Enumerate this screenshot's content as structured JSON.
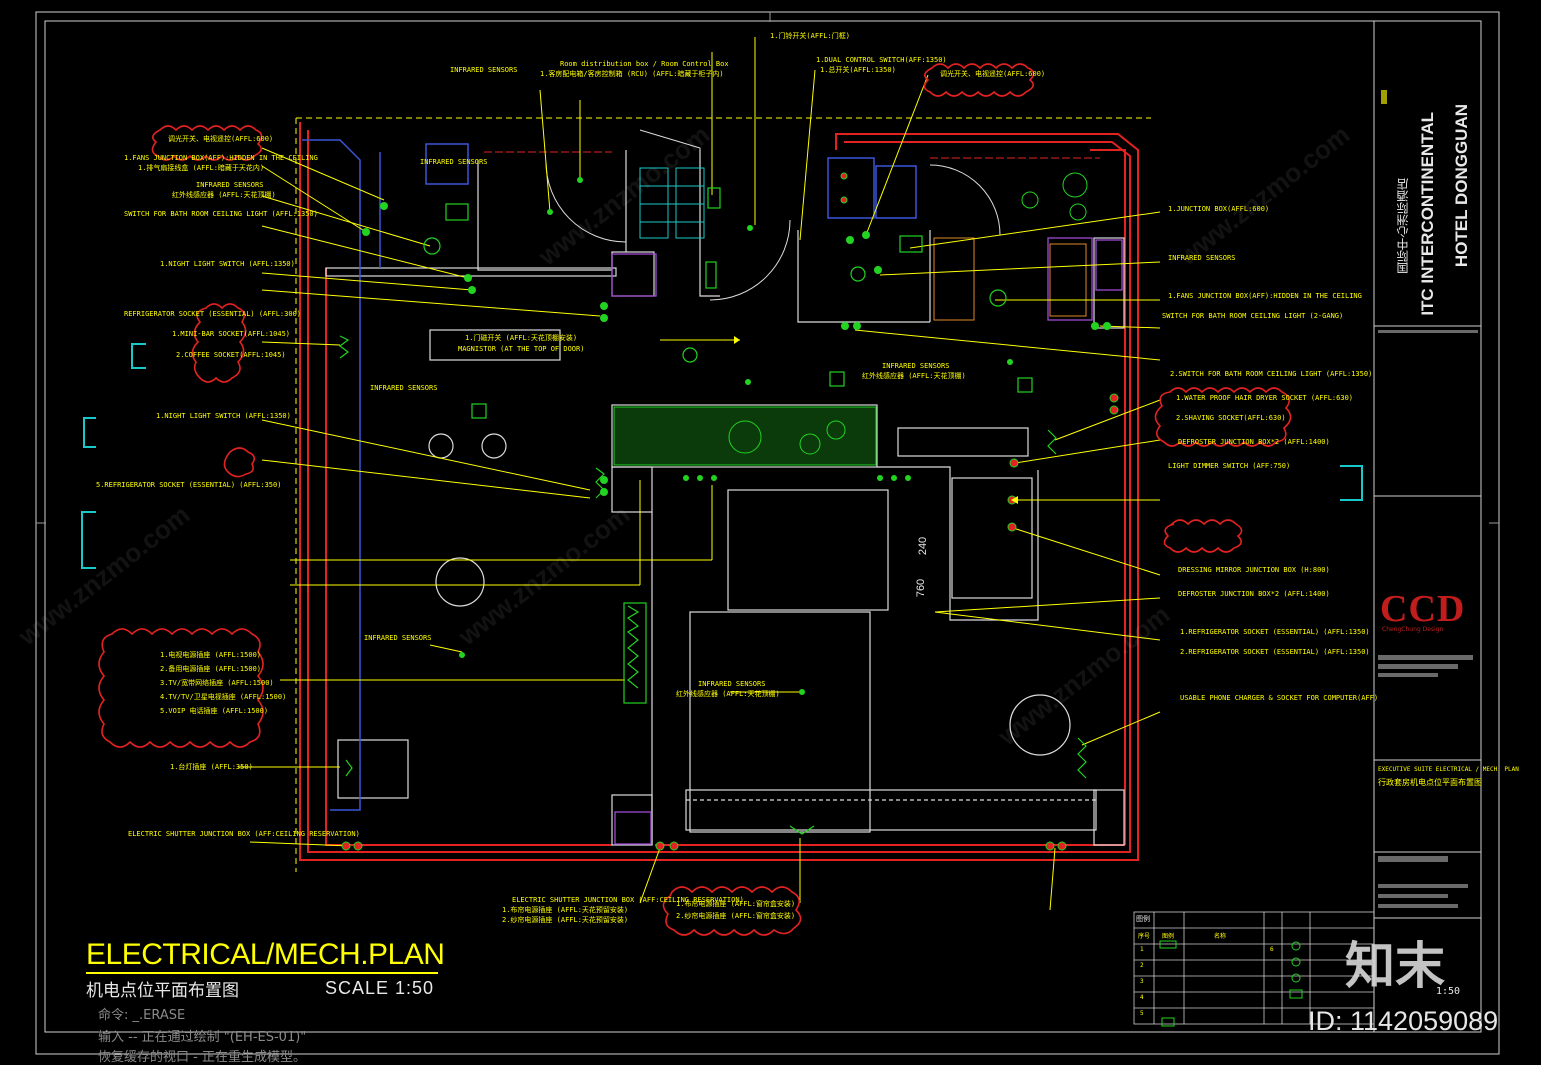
{
  "drawing": {
    "title": "ELECTRICAL/MECH.PLAN",
    "title_cn": "机电点位平面布置图",
    "scale": "SCALE 1:50",
    "status_lines": [
      "命令: _.ERASE",
      "输入 -- 正在通过绘制 \"(EH-ES-01)\"",
      "恢复缓存的视口 - 正在重生成模型。"
    ]
  },
  "title_block": {
    "project_cn": "国际中心洲际酒店",
    "project_en_1": "ITC INTERCONTINENTAL",
    "project_en_2": "HOTEL DONGGUAN",
    "firm": "CCD",
    "firm_sub": "ChengChung Design",
    "sheet_name_en": "EXECUTIVE SUITE ELECTRICAL / MECH. PLAN",
    "sheet_name_cn": "行政套房机电点位平面布置图",
    "sheet_scale": "1:50"
  },
  "watermark": {
    "brand": "知末",
    "id": "ID: 1142059089",
    "site": "www.znzmo.com"
  },
  "dimensions": [
    "240",
    "760"
  ],
  "labels_left": [
    "调光开关、电视遥控(AFFL:600)",
    "1.FANS JUNCTION BOX(AFF):HIDDEN IN THE CEILING",
    "1.排气扇接线盒 (AFFL:暗藏于天花内)",
    "INFRARED SENSORS",
    "红外线感应器 (AFFL:天花顶棚)",
    "SWITCH FOR BATH ROOM CEILING LIGHT (AFFL:1350)",
    "1.NIGHT LIGHT SWITCH (AFFL:1350)",
    "REFRIGERATOR SOCKET (ESSENTIAL) (AFFL:300)",
    "1.MINI-BAR SOCKET(AFFL:1045)",
    "2.COFFEE SOCKET(AFFL:1045)",
    "INFRARED SENSORS",
    "1.NIGHT LIGHT SWITCH (AFFL:1350)",
    "5.REFRIGERATOR SOCKET (ESSENTIAL) (AFFL:350)",
    "1.电视电源插座 (AFFL:1500)",
    "2.备用电源插座 (AFFL:1500)",
    "3.TV/宽带网络插座 (AFFL:1500)",
    "4.TV/TV/卫星电视插座 (AFFL:1500)",
    "5.VOIP 电话插座 (AFFL:1500)",
    "1.台灯插座 (AFFL:350)",
    "ELECTRIC SHUTTER JUNCTION BOX (AFF:CEILING RESERVATION)",
    "INFRARED SENSORS"
  ],
  "labels_top": [
    "Room distribution box / Room Control Box",
    "1.客房配电箱/客房控制箱 (RCU) (AFFL:暗藏于柜子内)",
    "1.门铃开关(AFFL:门框)",
    "1.DUAL CONTROL SWITCH(AFF:1350)",
    "1.总开关(AFFL:1350)",
    "调光开关、电视遥控(AFFL:600)",
    "INFRARED SENSORS"
  ],
  "labels_right": [
    "1.JUNCTION BOX(AFFL:600)",
    "INFRARED SENSORS",
    "1.FANS JUNCTION BOX(AFF):HIDDEN IN THE CEILING",
    "SWITCH FOR BATH ROOM CEILING LIGHT (2-GANG)",
    "2.SWITCH FOR BATH ROOM CEILING LIGHT (AFFL:1350)",
    "1.WATER PROOF HAIR DRYER SOCKET (AFFL:630)",
    "2.SHAVING SOCKET(AFFL:630)",
    "DEFROSTER JUNCTION BOX*2 (AFFL:1400)",
    "LIGHT DIMMER SWITCH (AFF:750)",
    "DRESSING MIRROR JUNCTION BOX (H:800)",
    "DEFROSTER JUNCTION BOX*2 (AFFL:1400)",
    "1.REFRIGERATOR SOCKET (ESSENTIAL) (AFFL:1350)",
    "2.REFRIGERATOR SOCKET (ESSENTIAL) (AFFL:1350)",
    "USABLE PHONE CHARGER & SOCKET FOR COMPUTER(AFF)",
    "INFRARED SENSORS"
  ],
  "labels_mid": [
    "1.门磁开关 (AFFL:天花顶棚安装)",
    "MAGNISTOR (AT THE TOP OF DOOR)",
    "INFRARED SENSORS",
    "红外线感应器 (AFFL:天花顶棚)",
    "INFRARED SENSORS",
    "红外线感应器 (AFFL:天花顶棚)"
  ],
  "labels_bottom": [
    "ELECTRIC SHUTTER JUNCTION BOX (AFF:CEILING RESERVATION)",
    "1.布帘电源插座 (AFFL:天花预留安装)",
    "2.纱帘电源插座 (AFFL:天花预留安装)",
    "1.布帘电源插座 (AFFL:窗帘盒安装)",
    "2.纱帘电源插座 (AFFL:窗帘盒安装)"
  ],
  "legend": {
    "title": "图例",
    "headers": [
      "序号",
      "图例",
      "名称"
    ],
    "rows": [
      "1",
      "2",
      "3",
      "4",
      "5",
      "6"
    ]
  }
}
